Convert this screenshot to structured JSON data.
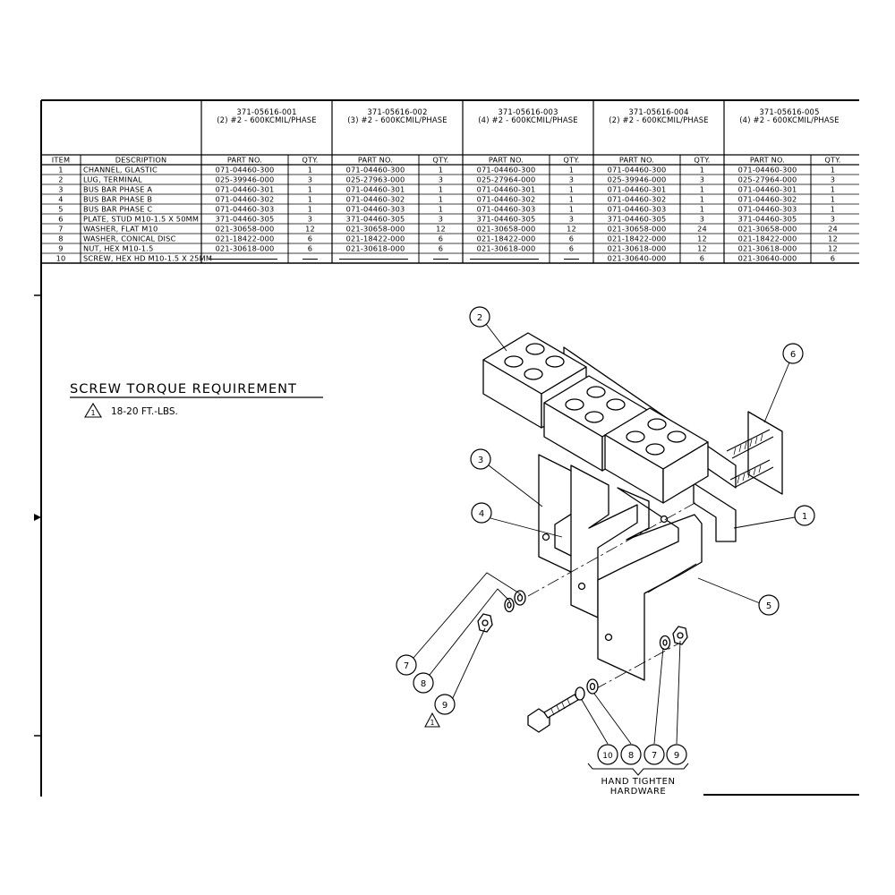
{
  "columns": {
    "item": "ITEM",
    "description": "DESCRIPTION",
    "part_no": "PART NO.",
    "qty": "QTY."
  },
  "assemblies": [
    {
      "number": "371-05616-001",
      "config": "(2) #2 - 600KCMIL/PHASE"
    },
    {
      "number": "371-05616-002",
      "config": "(3) #2 - 600KCMIL/PHASE"
    },
    {
      "number": "371-05616-003",
      "config": "(4) #2 - 600KCMIL/PHASE"
    },
    {
      "number": "371-05616-004",
      "config": "(2) #2 - 600KCMIL/PHASE"
    },
    {
      "number": "371-05616-005",
      "config": "(4) #2 - 600KCMIL/PHASE"
    }
  ],
  "rows": [
    {
      "item": "1",
      "description": "CHANNEL, GLASTIC",
      "cells": [
        {
          "part": "071-04460-300",
          "qty": "1"
        },
        {
          "part": "071-04460-300",
          "qty": "1"
        },
        {
          "part": "071-04460-300",
          "qty": "1"
        },
        {
          "part": "071-04460-300",
          "qty": "1"
        },
        {
          "part": "071-04460-300",
          "qty": "1"
        }
      ]
    },
    {
      "item": "2",
      "description": "LUG, TERMINAL",
      "cells": [
        {
          "part": "025-39946-000",
          "qty": "3"
        },
        {
          "part": "025-27963-000",
          "qty": "3"
        },
        {
          "part": "025-27964-000",
          "qty": "3"
        },
        {
          "part": "025-39946-000",
          "qty": "3"
        },
        {
          "part": "025-27964-000",
          "qty": "3"
        }
      ]
    },
    {
      "item": "3",
      "description": "BUS BAR PHASE A",
      "cells": [
        {
          "part": "071-04460-301",
          "qty": "1"
        },
        {
          "part": "071-04460-301",
          "qty": "1"
        },
        {
          "part": "071-04460-301",
          "qty": "1"
        },
        {
          "part": "071-04460-301",
          "qty": "1"
        },
        {
          "part": "071-04460-301",
          "qty": "1"
        }
      ]
    },
    {
      "item": "4",
      "description": "BUS BAR PHASE B",
      "cells": [
        {
          "part": "071-04460-302",
          "qty": "1"
        },
        {
          "part": "071-04460-302",
          "qty": "1"
        },
        {
          "part": "071-04460-302",
          "qty": "1"
        },
        {
          "part": "071-04460-302",
          "qty": "1"
        },
        {
          "part": "071-04460-302",
          "qty": "1"
        }
      ]
    },
    {
      "item": "5",
      "description": "BUS BAR PHASE C",
      "cells": [
        {
          "part": "071-04460-303",
          "qty": "1"
        },
        {
          "part": "071-04460-303",
          "qty": "1"
        },
        {
          "part": "071-04460-303",
          "qty": "1"
        },
        {
          "part": "071-04460-303",
          "qty": "1"
        },
        {
          "part": "071-04460-303",
          "qty": "1"
        }
      ]
    },
    {
      "item": "6",
      "description": "PLATE, STUD M10-1.5 X 50MM",
      "cells": [
        {
          "part": "371-04460-305",
          "qty": "3"
        },
        {
          "part": "371-04460-305",
          "qty": "3"
        },
        {
          "part": "371-04460-305",
          "qty": "3"
        },
        {
          "part": "371-04460-305",
          "qty": "3"
        },
        {
          "part": "371-04460-305",
          "qty": "3"
        }
      ]
    },
    {
      "item": "7",
      "description": "WASHER, FLAT M10",
      "cells": [
        {
          "part": "021-30658-000",
          "qty": "12"
        },
        {
          "part": "021-30658-000",
          "qty": "12"
        },
        {
          "part": "021-30658-000",
          "qty": "12"
        },
        {
          "part": "021-30658-000",
          "qty": "24"
        },
        {
          "part": "021-30658-000",
          "qty": "24"
        }
      ]
    },
    {
      "item": "8",
      "description": "WASHER, CONICAL DISC",
      "cells": [
        {
          "part": "021-18422-000",
          "qty": "6"
        },
        {
          "part": "021-18422-000",
          "qty": "6"
        },
        {
          "part": "021-18422-000",
          "qty": "6"
        },
        {
          "part": "021-18422-000",
          "qty": "12"
        },
        {
          "part": "021-18422-000",
          "qty": "12"
        }
      ]
    },
    {
      "item": "9",
      "description": "NUT, HEX M10-1.5",
      "cells": [
        {
          "part": "021-30618-000",
          "qty": "6"
        },
        {
          "part": "021-30618-000",
          "qty": "6"
        },
        {
          "part": "021-30618-000",
          "qty": "6"
        },
        {
          "part": "021-30618-000",
          "qty": "12"
        },
        {
          "part": "021-30618-000",
          "qty": "12"
        }
      ]
    },
    {
      "item": "10",
      "description": "SCREW, HEX HD M10-1.5 X 25MM",
      "cells": [
        {
          "part": "",
          "qty": ""
        },
        {
          "part": "",
          "qty": ""
        },
        {
          "part": "",
          "qty": ""
        },
        {
          "part": "021-30640-000",
          "qty": "6"
        },
        {
          "part": "021-30640-000",
          "qty": "6"
        }
      ]
    }
  ],
  "torque": {
    "title": "SCREW TORQUE REQUIREMENT",
    "symbol": "1",
    "value": "18-20 FT.-LBS."
  },
  "balloons": {
    "b2": "2",
    "b6": "6",
    "b3": "3",
    "b4": "4",
    "b1": "1",
    "b5": "5",
    "b7a": "7",
    "b8a": "8",
    "b9a": "9",
    "b10": "10",
    "b8b": "8",
    "b7b": "7",
    "b9b": "9"
  },
  "note_flag": "1",
  "hand_tighten": {
    "line1": "HAND TIGHTEN",
    "line2": "HARDWARE"
  }
}
